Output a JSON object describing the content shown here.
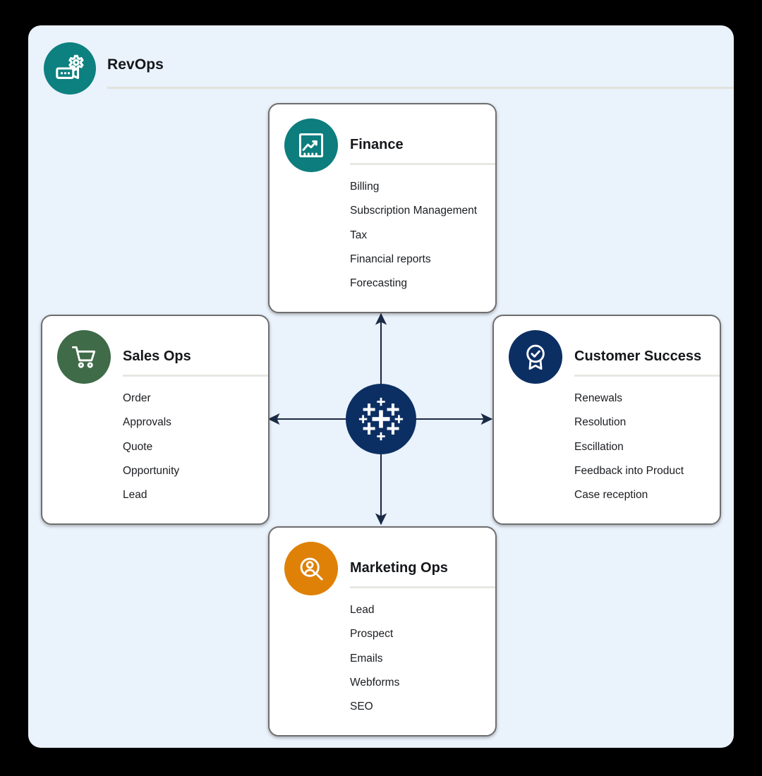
{
  "header": {
    "title": "RevOps",
    "icon": "gear-settings-icon",
    "icon_color": "#0d8080"
  },
  "hub": {
    "icon": "tableau-hub-icon",
    "color": "#0c2f63"
  },
  "connectors": [
    {
      "name": "arrow-hub-to-finance",
      "direction": "up",
      "color": "#1b2a45"
    },
    {
      "name": "arrow-hub-to-sales",
      "direction": "left",
      "color": "#1b2a45"
    },
    {
      "name": "arrow-hub-to-customer",
      "direction": "right",
      "color": "#1b2a45"
    },
    {
      "name": "arrow-hub-to-marketing",
      "direction": "down",
      "color": "#1b2a45"
    }
  ],
  "cards": {
    "finance": {
      "title": "Finance",
      "icon": "chart-trend-up-icon",
      "icon_color": "#0d7d7d",
      "items": [
        "Billing",
        "Subscription Management",
        "Tax",
        "Financial reports",
        "Forecasting"
      ]
    },
    "sales": {
      "title": "Sales Ops",
      "icon": "shopping-cart-icon",
      "icon_color": "#3f6b48",
      "items": [
        "Order",
        "Approvals",
        "Quote",
        "Opportunity",
        "Lead"
      ]
    },
    "customer": {
      "title": "Customer Success",
      "icon": "award-ribbon-check-icon",
      "icon_color": "#0c2f63",
      "items": [
        "Renewals",
        "Resolution",
        "Escillation",
        "Feedback into Product",
        "Case reception"
      ]
    },
    "marketing": {
      "title": "Marketing Ops",
      "icon": "person-search-icon",
      "icon_color": "#df8107",
      "items": [
        "Lead",
        "Prospect",
        "Emails",
        "Webforms",
        "SEO"
      ]
    }
  },
  "palette": {
    "canvas": "#000000",
    "panel_background": "#eaf2fc",
    "card_background": "#ffffff",
    "card_border": "#6e6e6e",
    "divider": "#e5e5e0",
    "text": "#15171a"
  }
}
